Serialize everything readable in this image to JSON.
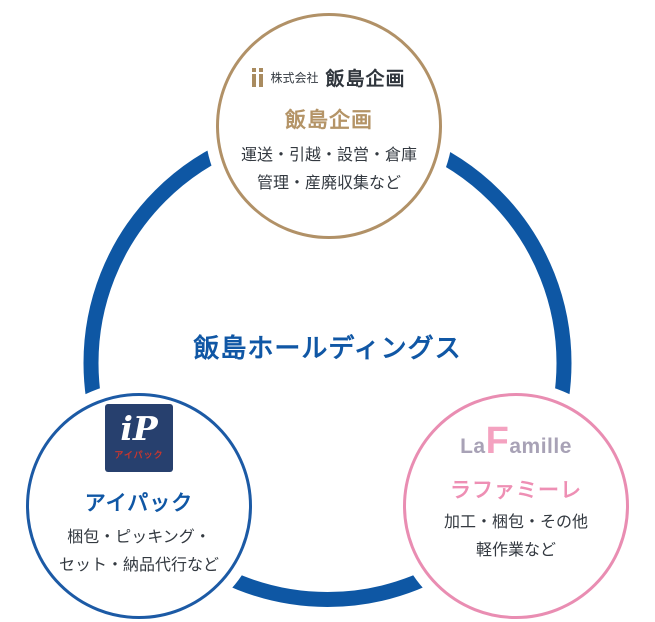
{
  "diagram": {
    "center_title": "飯島ホールディングス",
    "center_title_color": "#1057a5",
    "ring_color": "#0e57a4",
    "background": "#ffffff"
  },
  "companies": [
    {
      "id": "iijima-kikaku",
      "ring_color": "#b19167",
      "logo": {
        "icon": "ii-bars-icon",
        "prefix": "株式会社",
        "name": "飯島企画"
      },
      "title": "飯島企画",
      "title_color": "#b49467",
      "description_lines": [
        "運送・引越・設営・倉庫",
        "管理・産廃収集など"
      ]
    },
    {
      "id": "ipack",
      "ring_color": "#1c5aa5",
      "logo": {
        "badge_text": "iP",
        "badge_sub": "アイパック",
        "badge_bg": "#27406e",
        "badge_text_color": "#ffffff",
        "badge_sub_color": "#c8362e"
      },
      "title": "アイパック",
      "title_color": "#1057a5",
      "description_lines": [
        "梱包・ピッキング・",
        "セット・納品代行など"
      ]
    },
    {
      "id": "lafamille",
      "ring_color": "#e98db2",
      "logo": {
        "part1": "La",
        "part2": "F",
        "part3": "amille",
        "gray_color": "#a8a2b6",
        "pink_color": "#f4a2c0"
      },
      "title": "ラファミーレ",
      "title_color": "#ee8fb4",
      "description_lines": [
        "加工・梱包・その他",
        "軽作業など"
      ]
    }
  ]
}
